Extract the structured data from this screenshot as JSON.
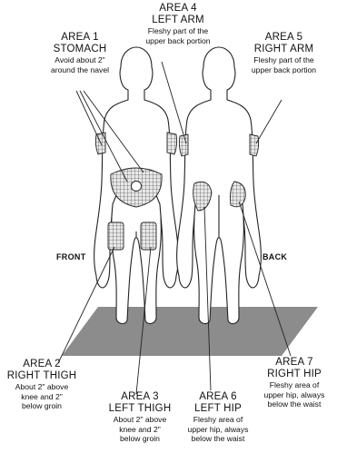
{
  "views": {
    "front": "FRONT",
    "back": "BACK"
  },
  "areas": [
    {
      "id": "area1",
      "title1": "AREA 1",
      "title2": "STOMACH",
      "desc": [
        "Avoid about 2\"",
        "around the navel"
      ]
    },
    {
      "id": "area2",
      "title1": "AREA 2",
      "title2": "RIGHT THIGH",
      "desc": [
        "About 2\" above",
        "knee and 2\"",
        "below groin"
      ]
    },
    {
      "id": "area3",
      "title1": "AREA 3",
      "title2": "LEFT THIGH",
      "desc": [
        "About 2\" above",
        "knee and 2\"",
        "below groin"
      ]
    },
    {
      "id": "area4",
      "title1": "AREA 4",
      "title2": "LEFT ARM",
      "desc": [
        "Fleshy part of the",
        "upper back portion"
      ]
    },
    {
      "id": "area5",
      "title1": "AREA 5",
      "title2": "RIGHT ARM",
      "desc": [
        "Fleshy part of the",
        "upper back portion"
      ]
    },
    {
      "id": "area6",
      "title1": "AREA 6",
      "title2": "LEFT HIP",
      "desc": [
        "Fleshy area of",
        "upper hip, always",
        "below the waist"
      ]
    },
    {
      "id": "area7",
      "title1": "AREA 7",
      "title2": "RIGHT HIP",
      "desc": [
        "Fleshy area of",
        "upper hip, always",
        "below the waist"
      ]
    }
  ]
}
